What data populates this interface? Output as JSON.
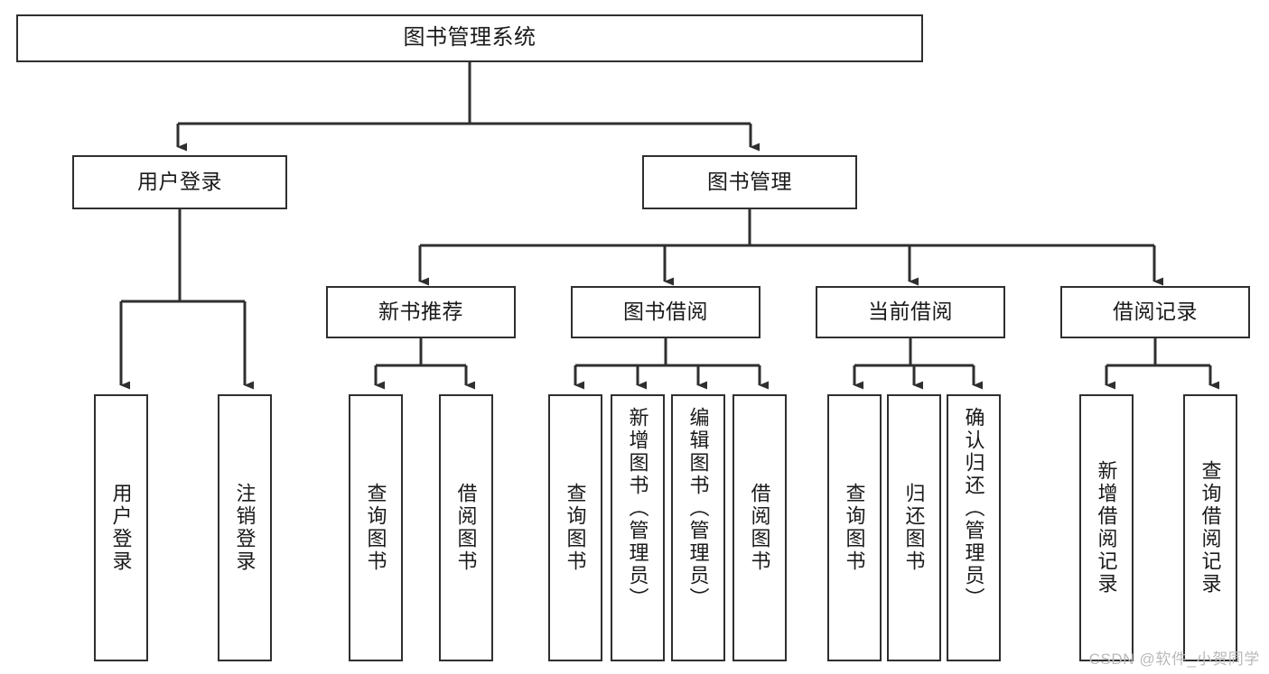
{
  "diagram": {
    "type": "tree",
    "title": "图书管理系统",
    "orientation": "top-down",
    "colors": {
      "stroke": "#2f2f2f",
      "fill": "#ffffff",
      "text": "#1a1a1a",
      "watermark": "#b9b9b9"
    },
    "root": {
      "label": "图书管理系统"
    },
    "level2": [
      {
        "label": "用户登录"
      },
      {
        "label": "图书管理"
      }
    ],
    "level3": [
      {
        "label": "新书推荐"
      },
      {
        "label": "图书借阅"
      },
      {
        "label": "当前借阅"
      },
      {
        "label": "借阅记录"
      }
    ],
    "leaves": {
      "user_login": [
        {
          "label": "用户登录"
        },
        {
          "label": "注销登录"
        }
      ],
      "new_book_recommend": [
        {
          "label": "查询图书"
        },
        {
          "label": "借阅图书"
        }
      ],
      "book_borrow": [
        {
          "label": "查询图书"
        },
        {
          "label": "新增图书（管理员）"
        },
        {
          "label": "编辑图书（管理员）"
        },
        {
          "label": "借阅图书"
        }
      ],
      "current_borrow": [
        {
          "label": "查询图书"
        },
        {
          "label": "归还图书"
        },
        {
          "label": "确认归还（管理员）"
        }
      ],
      "borrow_record": [
        {
          "label": "新增借阅记录"
        },
        {
          "label": "查询借阅记录"
        }
      ]
    }
  },
  "watermark": {
    "text": "CSDN @软件_小贺同学"
  }
}
